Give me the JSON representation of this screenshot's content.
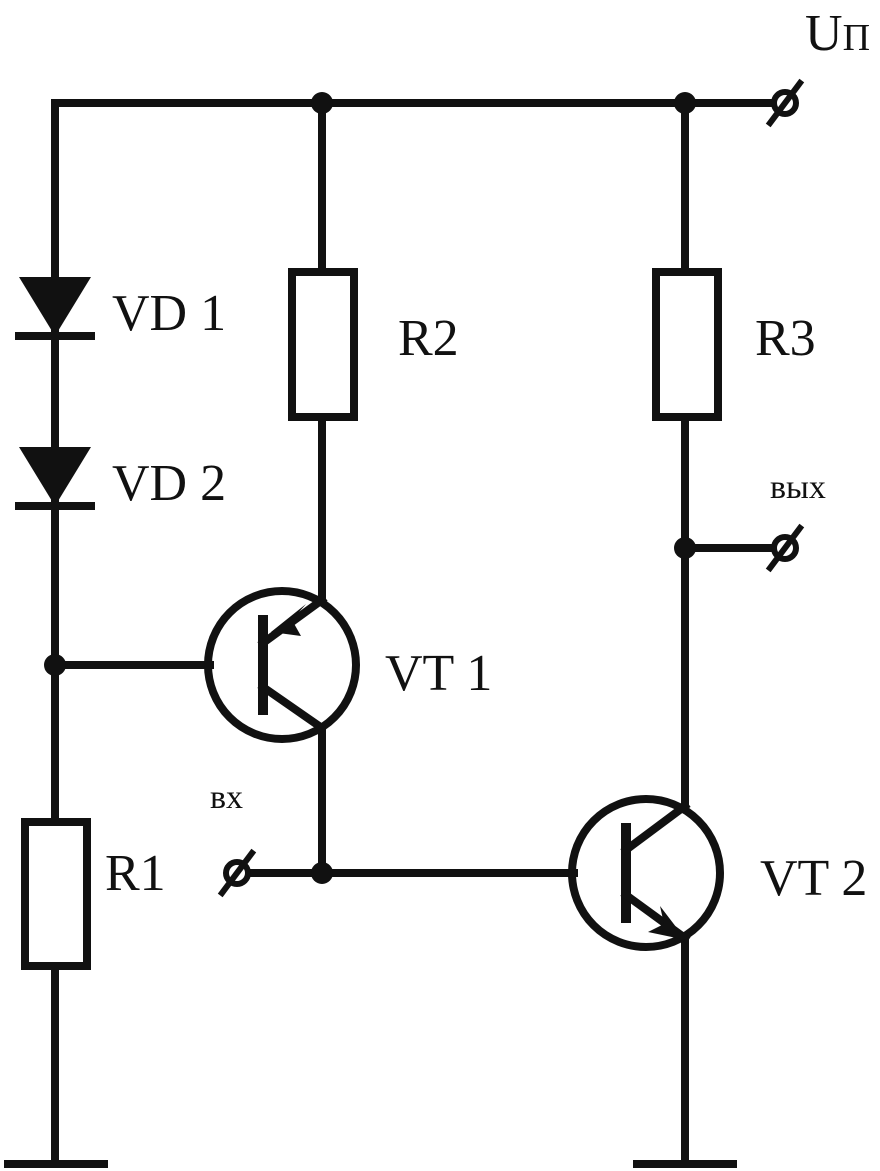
{
  "labels": {
    "supply": "U",
    "supply_sub": "П",
    "vd1": "VD 1",
    "vd2": "VD 2",
    "r1": "R1",
    "r2": "R2",
    "r3": "R3",
    "vt1": "VT 1",
    "vt2": "VT 2",
    "input": "вх",
    "output": "вых"
  },
  "colors": {
    "ink": "#111111",
    "background": "#ffffff"
  }
}
